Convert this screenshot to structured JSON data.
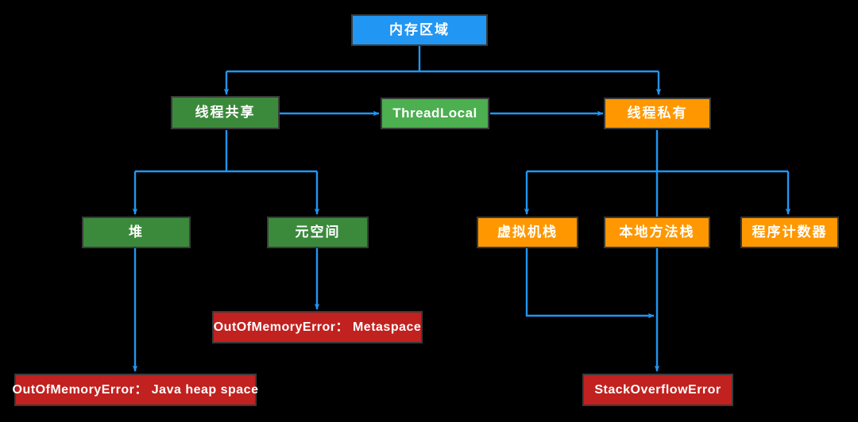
{
  "diagram": {
    "title_node": "内存区域",
    "palette": {
      "background": "#000000",
      "blue": "#2196f3",
      "green_dark": "#3b8a3c",
      "green_light": "#4caf50",
      "orange": "#ff9800",
      "red": "#c1211f",
      "edge": "#2196f3",
      "border": "#3a3a3a",
      "text": "#ffffff"
    },
    "nodes": {
      "memory_area": "内存区域",
      "thread_shared": "线程共享",
      "thread_local": "ThreadLocal",
      "thread_private": "线程私有",
      "heap": "堆",
      "metaspace": "元空间",
      "vm_stack": "虚拟机栈",
      "native_method_stack": "本地方法栈",
      "program_counter": "程序计数器",
      "oom_metaspace": "OutOfMemoryError： Metaspace",
      "oom_heap": "OutOfMemoryError： Java heap space",
      "stack_overflow": "StackOverflowError"
    },
    "edges": [
      {
        "from": "memory_area",
        "to": "thread_shared",
        "style": "elbow-down",
        "arrow": true
      },
      {
        "from": "memory_area",
        "to": "thread_private",
        "style": "elbow-down",
        "arrow": true
      },
      {
        "from": "thread_shared",
        "to": "thread_local",
        "style": "horizontal",
        "arrow": true
      },
      {
        "from": "thread_local",
        "to": "thread_private",
        "style": "horizontal",
        "arrow": true
      },
      {
        "from": "thread_shared",
        "to": "heap",
        "style": "elbow-down",
        "arrow": true
      },
      {
        "from": "thread_shared",
        "to": "metaspace",
        "style": "elbow-down",
        "arrow": true
      },
      {
        "from": "thread_private",
        "to": "vm_stack",
        "style": "elbow-down",
        "arrow": true
      },
      {
        "from": "thread_private",
        "to": "native_method_stack",
        "style": "straight-down",
        "arrow": false
      },
      {
        "from": "thread_private",
        "to": "program_counter",
        "style": "elbow-down",
        "arrow": true
      },
      {
        "from": "heap",
        "to": "oom_heap",
        "style": "straight-down",
        "arrow": true
      },
      {
        "from": "metaspace",
        "to": "oom_metaspace",
        "style": "straight-down",
        "arrow": true
      },
      {
        "from": "vm_stack",
        "to": "native_method_stack_line",
        "style": "elbow-right",
        "arrow": true
      },
      {
        "from": "native_method_stack",
        "to": "stack_overflow",
        "style": "straight-down",
        "arrow": true
      }
    ]
  }
}
